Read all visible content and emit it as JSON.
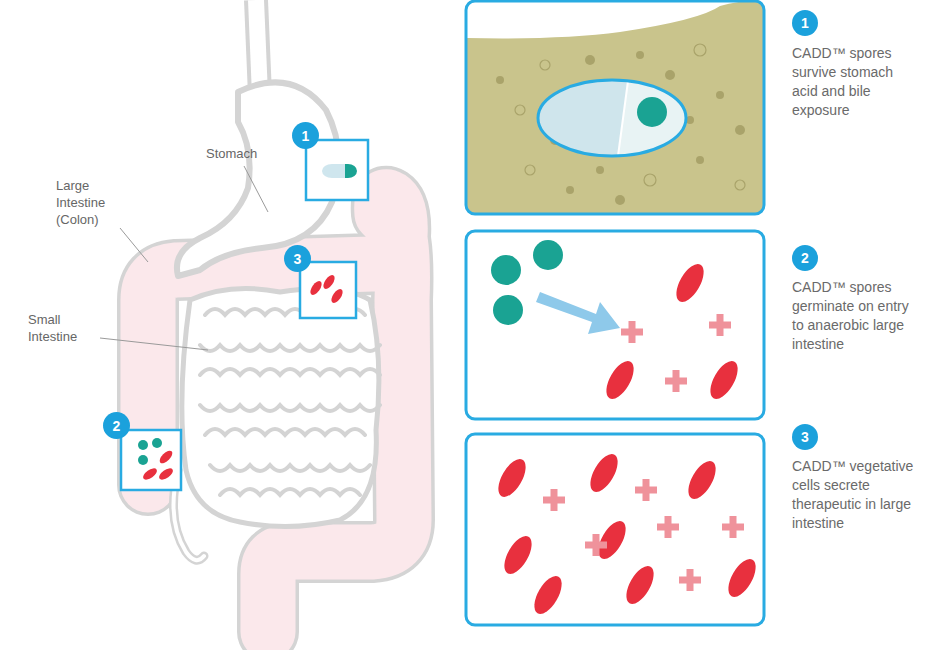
{
  "diagram": {
    "nodes": [
      {
        "text": [
          "1"
        ]
      },
      {
        "text": [
          "3"
        ]
      },
      {
        "text": [
          "2"
        ]
      },
      {
        "text": [
          "1"
        ]
      },
      {
        "text": [
          "2"
        ]
      },
      {
        "text": [
          "3"
        ]
      }
    ],
    "labels": [
      "Stomach",
      "Large Intestine (Colon)",
      "Small Intestine",
      "CADD™ spores survive stomach acid and bile exposure",
      "CADD™ spores germinate on entry to anaerobic large intestine",
      "CADD™ vegetative cells secrete therapeutic in large intestine"
    ]
  }
}
